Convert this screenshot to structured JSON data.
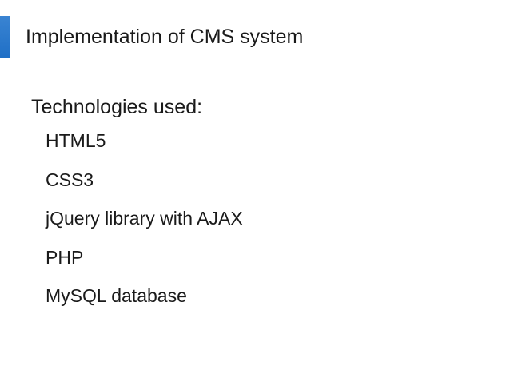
{
  "slide": {
    "title": "Implementation of CMS system",
    "subtitle": "Technologies used:",
    "items": [
      "HTML5",
      "CSS3",
      "jQuery library with AJAX",
      "PHP",
      "MySQL database"
    ]
  },
  "colors": {
    "accent": "#1f6fc6",
    "text": "#1a1a1a",
    "background": "#ffffff"
  }
}
